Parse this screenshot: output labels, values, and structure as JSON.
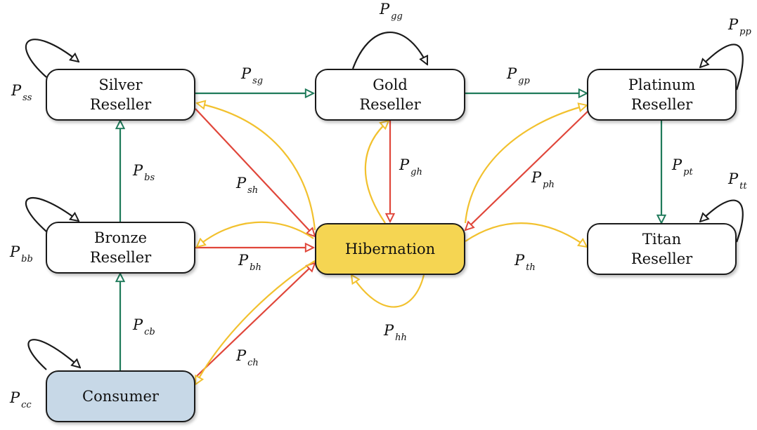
{
  "states": {
    "silver": "Silver\nReseller",
    "gold": "Gold\nReseller",
    "platinum": "Platinum\nReseller",
    "bronze": "Bronze\nReseller",
    "hibernation": "Hibernation",
    "titan": "Titan\nReseller",
    "consumer": "Consumer"
  },
  "colors": {
    "promotion": "#1f7a5a",
    "to_hibernation": "#e0463a",
    "from_hibernation": "#f2c12e",
    "self_loop": "#1a1a1a",
    "hibernation_fill": "#f5d552",
    "consumer_fill": "#c7d8e7"
  },
  "transitions": [
    {
      "id": "ss",
      "P": "P",
      "sub": "ss"
    },
    {
      "id": "sg",
      "P": "P",
      "sub": "sg"
    },
    {
      "id": "gg",
      "P": "P",
      "sub": "gg"
    },
    {
      "id": "gp",
      "P": "P",
      "sub": "gp"
    },
    {
      "id": "pp",
      "P": "P",
      "sub": "pp"
    },
    {
      "id": "bs",
      "P": "P",
      "sub": "bs"
    },
    {
      "id": "sh",
      "P": "P",
      "sub": "sh"
    },
    {
      "id": "gh",
      "P": "P",
      "sub": "gh"
    },
    {
      "id": "ph",
      "P": "P",
      "sub": "ph"
    },
    {
      "id": "pt",
      "P": "P",
      "sub": "pt"
    },
    {
      "id": "tt",
      "P": "P",
      "sub": "tt"
    },
    {
      "id": "bb",
      "P": "P",
      "sub": "bb"
    },
    {
      "id": "bh",
      "P": "P",
      "sub": "bh"
    },
    {
      "id": "th",
      "P": "P",
      "sub": "th"
    },
    {
      "id": "hh",
      "P": "P",
      "sub": "hh"
    },
    {
      "id": "cb",
      "P": "P",
      "sub": "cb"
    },
    {
      "id": "ch",
      "P": "P",
      "sub": "ch"
    },
    {
      "id": "cc",
      "P": "P",
      "sub": "cc"
    }
  ]
}
